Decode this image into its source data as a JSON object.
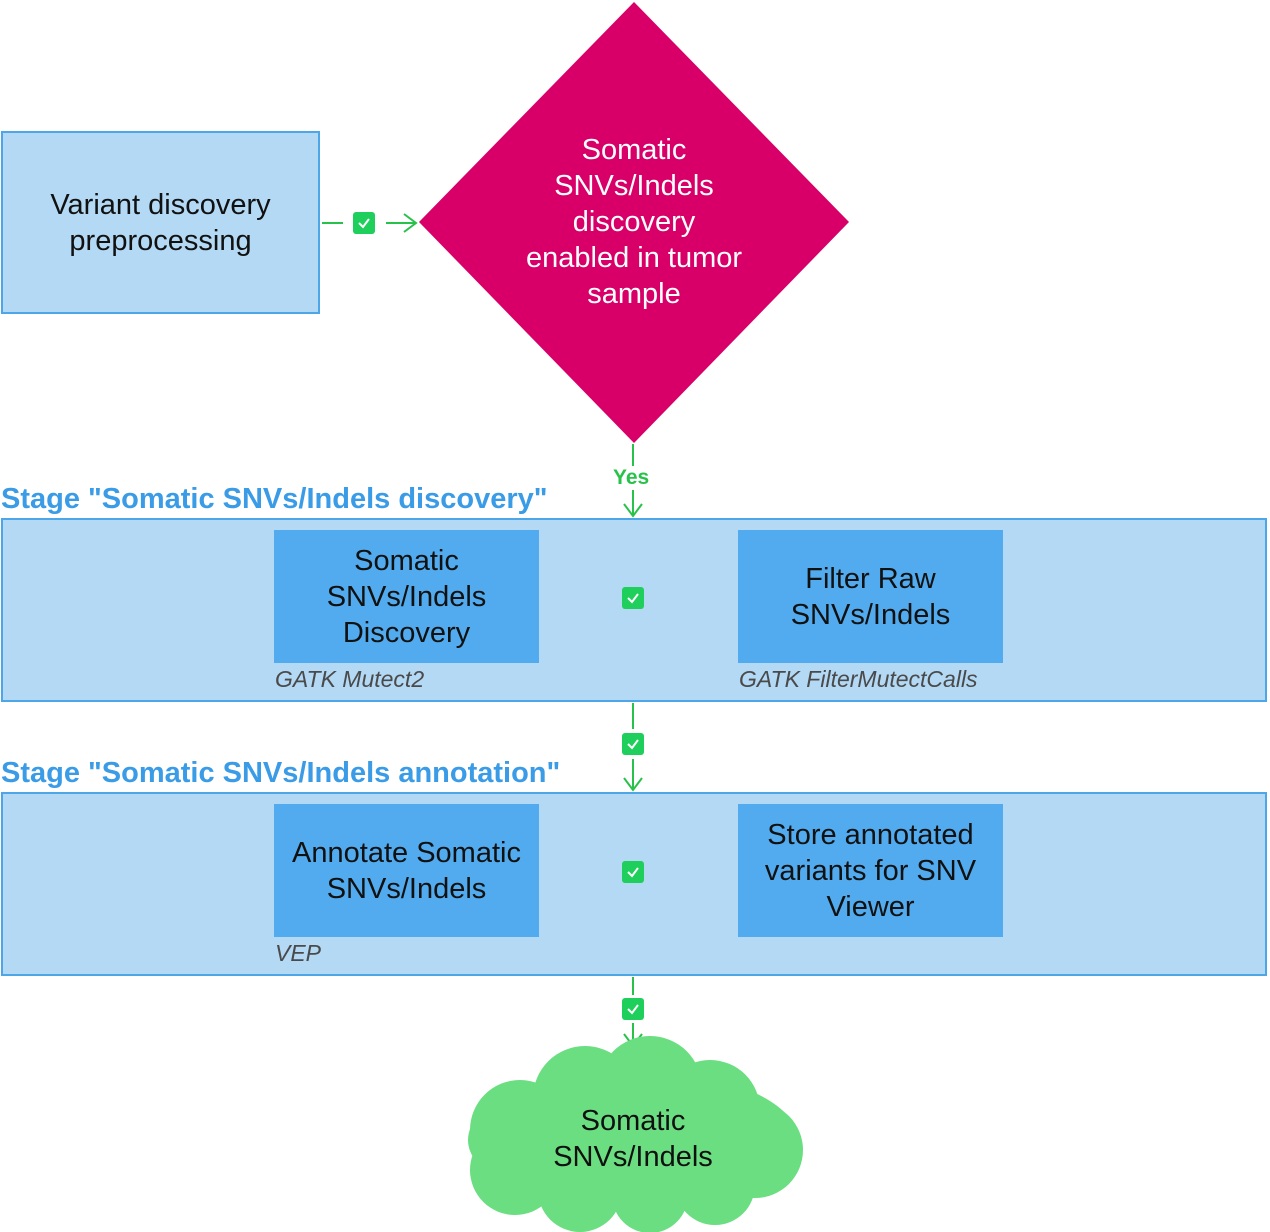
{
  "preprocessing": {
    "label": "Variant discovery preprocessing"
  },
  "decision": {
    "label": "Somatic SNVs/Indels discovery enabled in tumor sample",
    "yes_label": "Yes"
  },
  "stage_discovery": {
    "title": "Stage \"Somatic SNVs/Indels discovery\"",
    "tasks": [
      {
        "label": "Somatic SNVs/Indels Discovery",
        "tool": "GATK Mutect2"
      },
      {
        "label": "Filter Raw SNVs/Indels",
        "tool": "GATK FilterMutectCalls"
      }
    ]
  },
  "stage_annotation": {
    "title": "Stage \"Somatic SNVs/Indels annotation\"",
    "tasks": [
      {
        "label": "Annotate Somatic SNVs/Indels",
        "tool": "VEP"
      },
      {
        "label": "Store annotated variants for SNV Viewer",
        "tool": ""
      }
    ]
  },
  "output": {
    "label": "Somatic SNVs/Indels"
  },
  "colors": {
    "panel_fill": "#b3d9f5",
    "panel_border": "#4da6e8",
    "task_fill": "#51abee",
    "decision_fill": "#d80068",
    "connector": "#28c24a",
    "check_badge": "#1fcf5c",
    "cloud_fill": "#6ade80",
    "stage_title": "#3a9be6"
  },
  "icons": {
    "connector_badge": "checkmark-icon",
    "output_shape": "cloud"
  }
}
